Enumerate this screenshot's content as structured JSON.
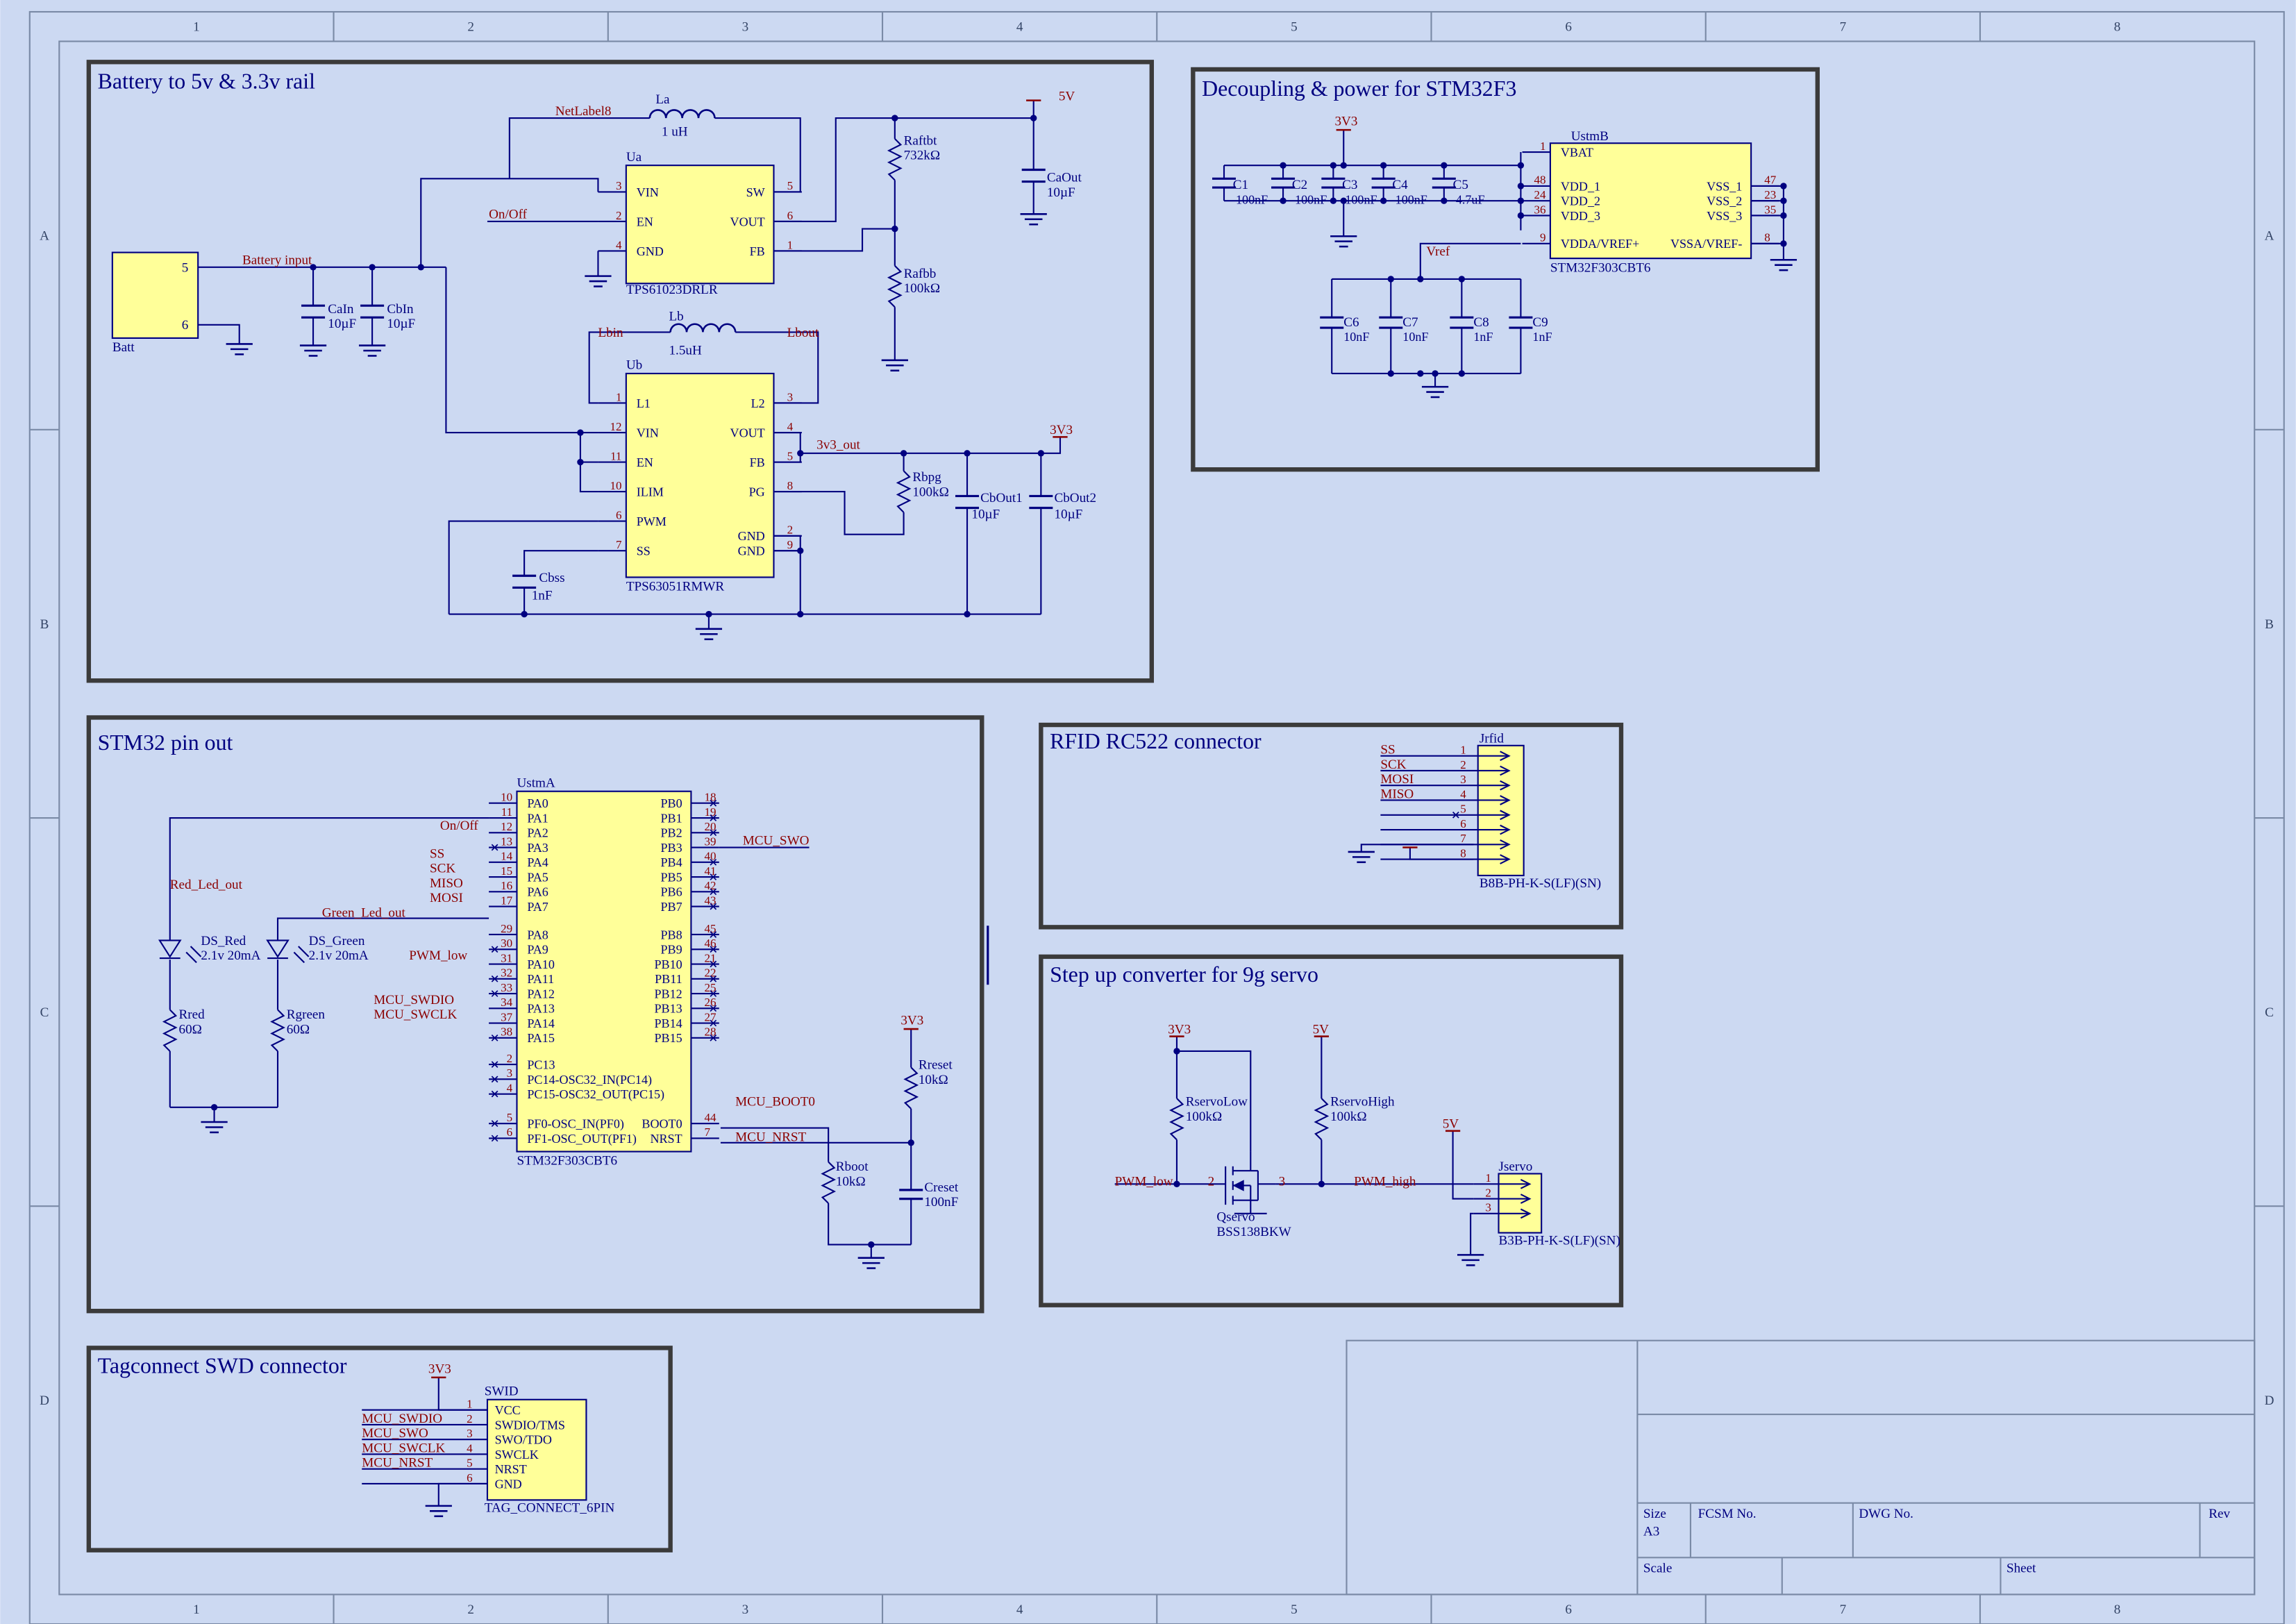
{
  "colors": {
    "sheet": "#ccd9f2",
    "wire": "#000080",
    "frame": "#3b3b3b",
    "ic_fill": "#ffff99",
    "net_label": "#8b0000",
    "pin_number": "#8b0000"
  },
  "grid": {
    "cols": [
      "1",
      "2",
      "3",
      "4",
      "5",
      "6",
      "7",
      "8"
    ],
    "rows": [
      "A",
      "B",
      "C",
      "D"
    ]
  },
  "titles": {
    "battery": "Battery to 5v & 3.3v rail",
    "decoupling": "Decoupling & power for STM32F3",
    "stm32": "STM32 pin out",
    "rfid": "RFID RC522 connector",
    "servo": "Step up converter for 9g servo",
    "swd": "Tagconnect SWD connector"
  },
  "battery": {
    "batt": {
      "name": "Batt",
      "pin5": "5",
      "pin6": "6"
    },
    "nets": {
      "netlabel8": "NetLabel8",
      "battery_input": "Battery input",
      "on_off": "On/Off",
      "v5": "5V",
      "v33": "3V3",
      "lbin": "Lbin",
      "lbout": "Lbout",
      "v33_out": "3v3_out"
    },
    "la": {
      "name": "La",
      "value": "1 uH"
    },
    "lb": {
      "name": "Lb",
      "value": "1.5uH"
    },
    "ua": {
      "name": "Ua",
      "part": "TPS61023DRLR",
      "pins_left": [
        {
          "num": "3",
          "label": "VIN"
        },
        {
          "num": "2",
          "label": "EN"
        },
        {
          "num": "4",
          "label": "GND"
        }
      ],
      "pins_right": [
        {
          "num": "5",
          "label": "SW"
        },
        {
          "num": "6",
          "label": "VOUT"
        },
        {
          "num": "1",
          "label": "FB"
        }
      ]
    },
    "ub": {
      "name": "Ub",
      "part": "TPS63051RMWR",
      "pins_left": [
        {
          "num": "1",
          "label": "L1"
        },
        {
          "num": "12",
          "label": "VIN"
        },
        {
          "num": "11",
          "label": "EN"
        },
        {
          "num": "10",
          "label": "ILIM"
        },
        {
          "num": "6",
          "label": "PWM"
        },
        {
          "num": "7",
          "label": "SS"
        }
      ],
      "pins_right": [
        {
          "num": "3",
          "label": "L2"
        },
        {
          "num": "4",
          "label": "VOUT"
        },
        {
          "num": "5",
          "label": "FB"
        },
        {
          "num": "8",
          "label": "PG"
        },
        {
          "num": "2",
          "label": "GND"
        },
        {
          "num": "9",
          "label": "GND"
        }
      ]
    },
    "cain": {
      "name": "CaIn",
      "value": "10µF"
    },
    "cbin": {
      "name": "CbIn",
      "value": "10µF"
    },
    "caout": {
      "name": "CaOut",
      "value": "10µF"
    },
    "raftbt": {
      "name": "Raftbt",
      "value": "732kΩ"
    },
    "rafbb": {
      "name": "Rafbb",
      "value": "100kΩ"
    },
    "rbpg": {
      "name": "Rbpg",
      "value": "100kΩ"
    },
    "cbout1": {
      "name": "CbOut1",
      "value": "10µF"
    },
    "cbout2": {
      "name": "CbOut2",
      "value": "10µF"
    },
    "cbss": {
      "name": "Cbss",
      "value": "1nF"
    }
  },
  "decoupling": {
    "v33": "3V3",
    "vref": "Vref",
    "caps1": [
      {
        "name": "C1",
        "value": "100nF"
      },
      {
        "name": "C2",
        "value": "100nF"
      },
      {
        "name": "C3",
        "value": "100nF"
      },
      {
        "name": "C4",
        "value": "100nF"
      },
      {
        "name": "C5",
        "value": "4.7uF"
      }
    ],
    "caps2": [
      {
        "name": "C6",
        "value": "10nF"
      },
      {
        "name": "C7",
        "value": "10nF"
      },
      {
        "name": "C8",
        "value": "1nF"
      },
      {
        "name": "C9",
        "value": "1nF"
      }
    ],
    "ustmb": {
      "name": "UstmB",
      "part": "STM32F303CBT6",
      "pins_left": [
        {
          "num": "1",
          "label": "VBAT"
        },
        {
          "num": "48",
          "label": "VDD_1"
        },
        {
          "num": "24",
          "label": "VDD_2"
        },
        {
          "num": "36",
          "label": "VDD_3"
        },
        {
          "num": "9",
          "label": "VDDA/VREF+"
        }
      ],
      "pins_right": [
        {
          "num": "47",
          "label": "VSS_1"
        },
        {
          "num": "23",
          "label": "VSS_2"
        },
        {
          "num": "35",
          "label": "VSS_3"
        },
        {
          "num": "8",
          "label": "VSSA/VREF-"
        }
      ]
    }
  },
  "stm32": {
    "ustma": {
      "name": "UstmA",
      "part": "STM32F303CBT6",
      "pins_left": [
        {
          "num": "10",
          "label": "PA0"
        },
        {
          "num": "11",
          "label": "PA1"
        },
        {
          "num": "12",
          "label": "PA2"
        },
        {
          "num": "13",
          "label": "PA3"
        },
        {
          "num": "14",
          "label": "PA4"
        },
        {
          "num": "15",
          "label": "PA5"
        },
        {
          "num": "16",
          "label": "PA6"
        },
        {
          "num": "17",
          "label": "PA7"
        },
        {
          "num": "29",
          "label": "PA8"
        },
        {
          "num": "30",
          "label": "PA9"
        },
        {
          "num": "31",
          "label": "PA10"
        },
        {
          "num": "32",
          "label": "PA11"
        },
        {
          "num": "33",
          "label": "PA12"
        },
        {
          "num": "34",
          "label": "PA13"
        },
        {
          "num": "37",
          "label": "PA14"
        },
        {
          "num": "38",
          "label": "PA15"
        },
        {
          "num": "2",
          "label": "PC13"
        },
        {
          "num": "3",
          "label": "PC14-OSC32_IN(PC14)"
        },
        {
          "num": "4",
          "label": "PC15-OSC32_OUT(PC15)"
        },
        {
          "num": "5",
          "label": "PF0-OSC_IN(PF0)"
        },
        {
          "num": "6",
          "label": "PF1-OSC_OUT(PF1)"
        }
      ],
      "pins_right": [
        {
          "num": "18",
          "label": "PB0"
        },
        {
          "num": "19",
          "label": "PB1"
        },
        {
          "num": "20",
          "label": "PB2"
        },
        {
          "num": "39",
          "label": "PB3"
        },
        {
          "num": "40",
          "label": "PB4"
        },
        {
          "num": "41",
          "label": "PB5"
        },
        {
          "num": "42",
          "label": "PB6"
        },
        {
          "num": "43",
          "label": "PB7"
        },
        {
          "num": "45",
          "label": "PB8"
        },
        {
          "num": "46",
          "label": "PB9"
        },
        {
          "num": "21",
          "label": "PB10"
        },
        {
          "num": "22",
          "label": "PB11"
        },
        {
          "num": "25",
          "label": "PB12"
        },
        {
          "num": "26",
          "label": "PB13"
        },
        {
          "num": "27",
          "label": "PB14"
        },
        {
          "num": "28",
          "label": "PB15"
        },
        {
          "num": "44",
          "label": "BOOT0"
        },
        {
          "num": "7",
          "label": "NRST"
        }
      ]
    },
    "nets": {
      "on_off": "On/Off",
      "ss": "SS",
      "sck": "SCK",
      "miso": "MISO",
      "mosi": "MOSI",
      "mcu_swo": "MCU_SWO",
      "red_led_out": "Red_Led_out",
      "green_led_out": "Green_Led_out",
      "pwm_low": "PWM_low",
      "mcu_swdio": "MCU_SWDIO",
      "mcu_swclk": "MCU_SWCLK",
      "mcu_boot0": "MCU_BOOT0",
      "mcu_nrst": "MCU_NRST",
      "v33": "3V3"
    },
    "ds_red": {
      "name": "DS_Red",
      "value": "2.1v 20mA"
    },
    "ds_green": {
      "name": "DS_Green",
      "value": "2.1v 20mA"
    },
    "rred": {
      "name": "Rred",
      "value": "60Ω"
    },
    "rgreen": {
      "name": "Rgreen",
      "value": "60Ω"
    },
    "rreset": {
      "name": "Rreset",
      "value": "10kΩ"
    },
    "rboot": {
      "name": "Rboot",
      "value": "10kΩ"
    },
    "creset": {
      "name": "Creset",
      "value": "100nF"
    }
  },
  "rfid": {
    "name": "Jrfid",
    "part": "B8B-PH-K-S(LF)(SN)",
    "pins": [
      {
        "num": "1",
        "net": "SS"
      },
      {
        "num": "2",
        "net": "SCK"
      },
      {
        "num": "3",
        "net": "MOSI"
      },
      {
        "num": "4",
        "net": "MISO"
      },
      {
        "num": "5",
        "net": ""
      },
      {
        "num": "6",
        "net": ""
      },
      {
        "num": "7",
        "net": ""
      },
      {
        "num": "8",
        "net": ""
      }
    ]
  },
  "servo": {
    "v33": "3V3",
    "v5a": "5V",
    "v5b": "5V",
    "pwm_low": "PWM_low",
    "pwm_high": "PWM_high",
    "rservolow": {
      "name": "RservoLow",
      "value": "100kΩ"
    },
    "rservohigh": {
      "name": "RservoHigh",
      "value": "100kΩ"
    },
    "qservo": {
      "name": "Qservo",
      "part": "BSS138BKW",
      "pin2": "2",
      "pin3": "3"
    },
    "jservo": {
      "name": "Jservo",
      "part": "B3B-PH-K-S(LF)(SN)",
      "pins": [
        "1",
        "2",
        "3"
      ]
    }
  },
  "swd": {
    "name": "SWID",
    "part": "TAG_CONNECT_6PIN",
    "v33": "3V3",
    "pins": [
      {
        "num": "1",
        "label": "VCC",
        "net": ""
      },
      {
        "num": "2",
        "label": "SWDIO/TMS",
        "net": "MCU_SWDIO"
      },
      {
        "num": "3",
        "label": "SWO/TDO",
        "net": "MCU_SWO"
      },
      {
        "num": "4",
        "label": "SWCLK",
        "net": "MCU_SWCLK"
      },
      {
        "num": "5",
        "label": "NRST",
        "net": "MCU_NRST"
      },
      {
        "num": "6",
        "label": "GND",
        "net": ""
      }
    ]
  },
  "titleblock": {
    "size_label": "Size",
    "size_value": "A3",
    "fcsm_label": "FCSM No.",
    "dwg_label": "DWG No.",
    "rev_label": "Rev",
    "scale_label": "Scale",
    "sheet_label": "Sheet"
  }
}
